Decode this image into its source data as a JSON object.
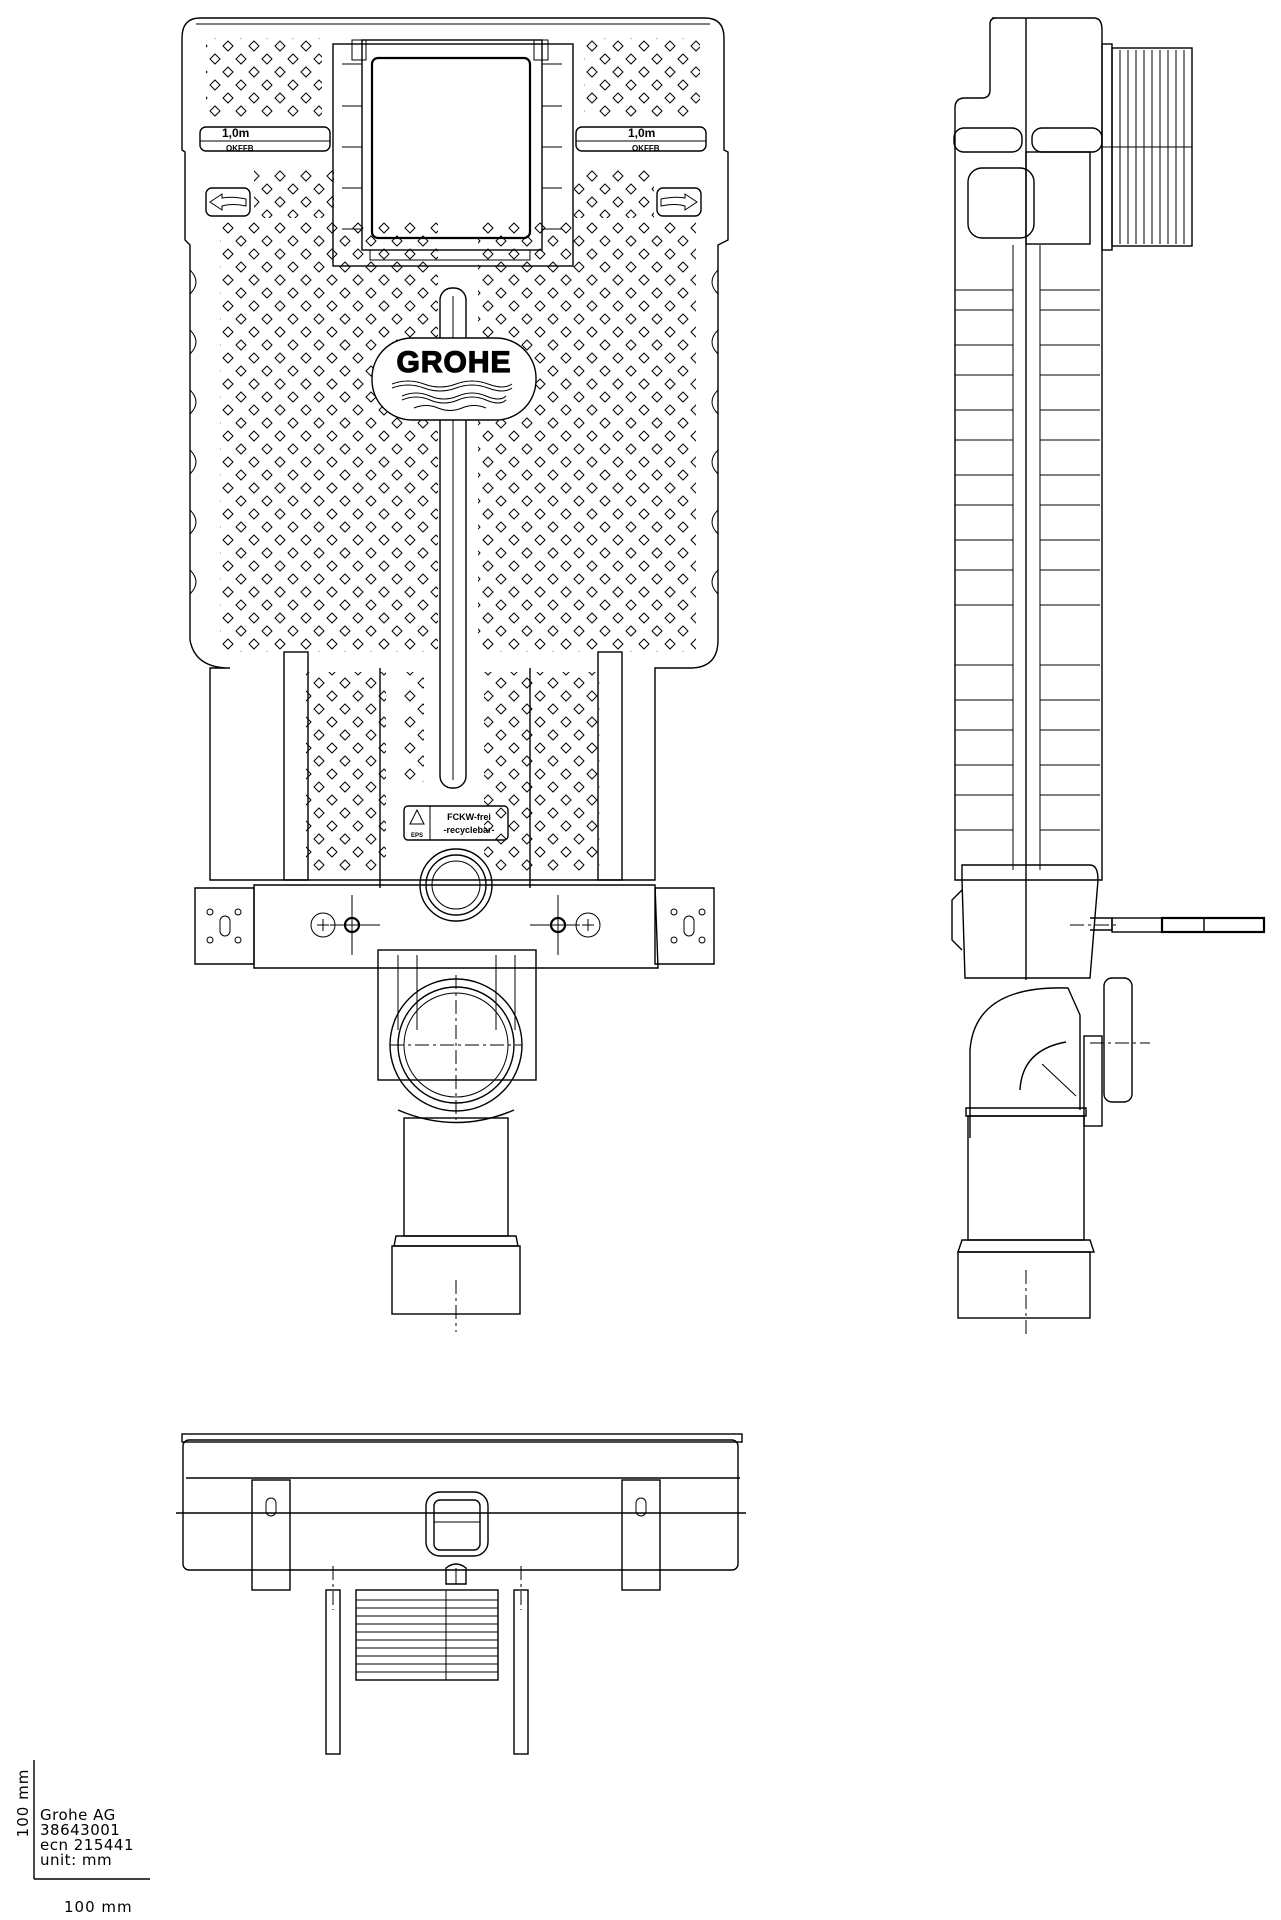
{
  "drawing": {
    "title": "GROHE installation frame – technical drawing",
    "views": [
      "front-view",
      "side-view",
      "top-view"
    ]
  },
  "front_view": {
    "logo_text": "GROHE",
    "height_marker_left": {
      "value": "1,0m",
      "label": "OKFFB"
    },
    "height_marker_right": {
      "value": "1,0m",
      "label": "OKFFB"
    },
    "label_plate": {
      "line1": "FCKW-frei",
      "line2": "-recyclebar-",
      "badge": "EPS"
    }
  },
  "title_block": {
    "company": "Grohe AG",
    "part_number": "38643001",
    "ecn": "ecn 215441",
    "unit": "unit:  mm"
  },
  "scale_bar": {
    "x_label": "100  mm",
    "y_label": "100  mm"
  },
  "colors": {
    "line": "#000000",
    "background": "#ffffff"
  }
}
